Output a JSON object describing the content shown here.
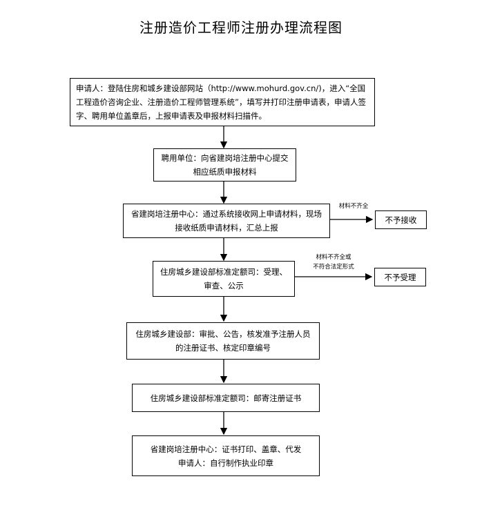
{
  "title": "注册造价工程师注册办理流程图",
  "boxes": {
    "step1": "申请人：登陆住房和城乡建设部网站（http://www.mohurd.gov.cn/)，进入“全国工程造价咨询企业、注册造价工程师管理系统”，填写并打印注册申请表，申请人签字、聘用单位盖章后，上报申请表及申报材料扫描件。",
    "step2": "聘用单位：向省建岗培注册中心提交相应纸质申报材料",
    "step3": "省建岗培注册中心：通过系统接收网上申请材料，现场接收纸质申请材料，汇总上报",
    "step4": "住房城乡建设部标准定额司：受理、审查、公示",
    "step5": "住房城乡建设部：审批、公告，核发准予注册人员的注册证书、核定印章编号",
    "step6": "住房城乡建设部标准定额司：邮寄注册证书",
    "step7_line1": "省建岗培注册中心：证书打印、盖章、代发",
    "step7_line2": "申请人：自行制作执业印章",
    "reject1": "不予接收",
    "reject2": "不予受理"
  },
  "notes": {
    "note1": "材料不齐全",
    "note2_line1": "材料不齐全或",
    "note2_line2": "不符合法定形式"
  }
}
